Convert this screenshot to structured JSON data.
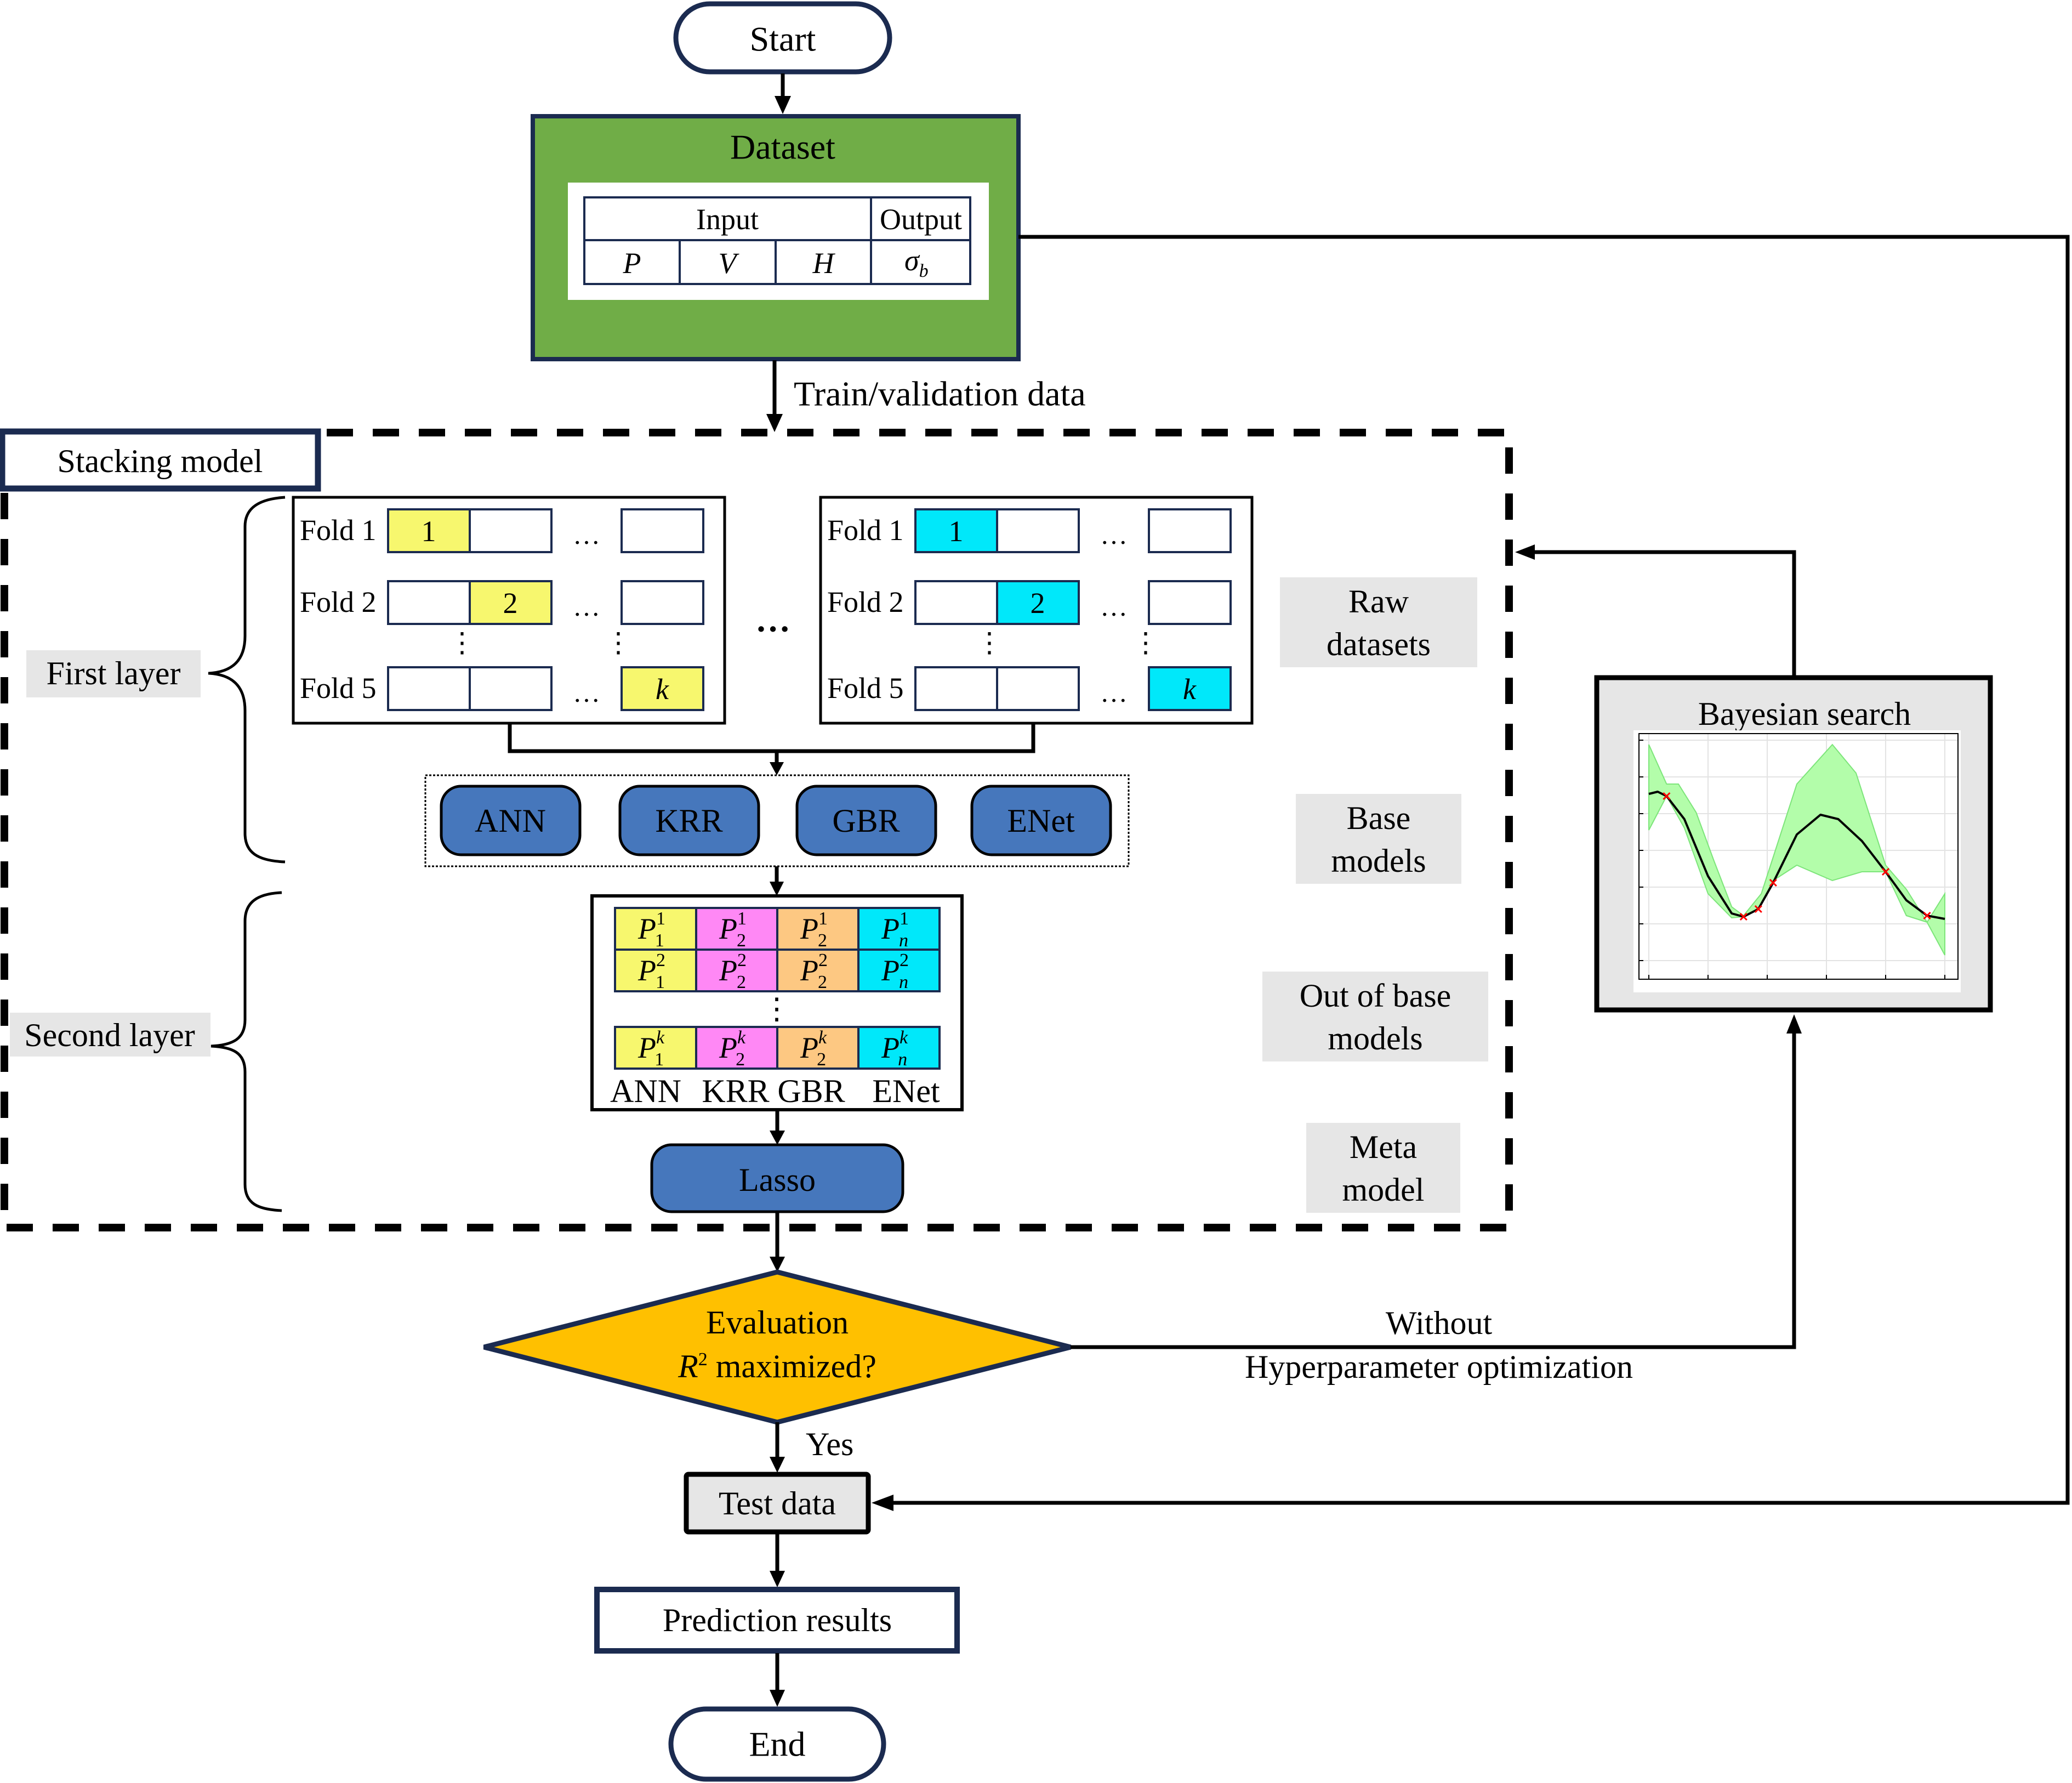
{
  "flow": {
    "start": "Start",
    "end": "End",
    "dataset": {
      "title": "Dataset",
      "table": {
        "input_header": "Input",
        "output_header": "Output",
        "input_vars": [
          "P",
          "V",
          "H"
        ],
        "output_var": "σ",
        "output_var_sub": "b"
      }
    },
    "train_validation_label": "Train/validation data",
    "stacking_model_label": "Stacking model",
    "first_layer_label": "First layer",
    "second_layer_label": "Second layer",
    "fold_groups": [
      {
        "highlight_color": "#f7f76e",
        "rows": [
          {
            "label": "Fold 1",
            "cells": [
              "1",
              "",
              "…",
              ""
            ],
            "highlight": 0
          },
          {
            "label": "Fold 2",
            "cells": [
              "",
              "2",
              "…",
              ""
            ],
            "highlight": 1
          },
          {
            "label": "Fold 5",
            "cells": [
              "",
              "",
              "…",
              "k"
            ],
            "highlight": 3
          }
        ]
      },
      {
        "highlight_color": "#00e8fa",
        "rows": [
          {
            "label": "Fold 1",
            "cells": [
              "1",
              "",
              "…",
              ""
            ],
            "highlight": 0
          },
          {
            "label": "Fold 2",
            "cells": [
              "",
              "2",
              "…",
              ""
            ],
            "highlight": 1
          },
          {
            "label": "Fold 5",
            "cells": [
              "",
              "",
              "…",
              "k"
            ],
            "highlight": 3
          }
        ]
      }
    ],
    "groups_ellipsis": "…",
    "vertical_ellipsis": "⋮",
    "base_models": [
      "ANN",
      "KRR",
      "GBR",
      "ENet"
    ],
    "out_of_base": {
      "columns": [
        "ANN",
        "KRR",
        "GBR",
        "ENet"
      ],
      "column_colors": [
        "#f7f76e",
        "#ff88f5",
        "#fdc882",
        "#00e8fa"
      ],
      "rows": [
        [
          {
            "base": "P",
            "sup": "1",
            "sub": "1"
          },
          {
            "base": "P",
            "sup": "1",
            "sub": "2"
          },
          {
            "base": "P",
            "sup": "1",
            "sub": "2"
          },
          {
            "base": "P",
            "sup": "1",
            "sub": "n"
          }
        ],
        [
          {
            "base": "P",
            "sup": "2",
            "sub": "1"
          },
          {
            "base": "P",
            "sup": "2",
            "sub": "2"
          },
          {
            "base": "P",
            "sup": "2",
            "sub": "2"
          },
          {
            "base": "P",
            "sup": "2",
            "sub": "n"
          }
        ],
        [
          {
            "base": "P",
            "sup": "k",
            "sub": "1"
          },
          {
            "base": "P",
            "sup": "k",
            "sub": "2"
          },
          {
            "base": "P",
            "sup": "k",
            "sub": "2"
          },
          {
            "base": "P",
            "sup": "k",
            "sub": "n"
          }
        ]
      ]
    },
    "meta_model": "Lasso",
    "side_labels": [
      [
        "Raw",
        "datasets"
      ],
      [
        "Base",
        "models"
      ],
      [
        "Out of base",
        "models"
      ],
      [
        "Meta",
        "model"
      ]
    ],
    "decision": {
      "line1": "Evaluation",
      "line2_var": "R",
      "line2_sup": "2",
      "line2_rest": " maximized?"
    },
    "no_branch_label_1": "Without",
    "no_branch_label_2": "Hyperparameter optimization",
    "yes_label": "Yes",
    "test_data": "Test data",
    "prediction_results": "Prediction results",
    "bayesian": {
      "title": "Bayesian search"
    }
  },
  "colors": {
    "dataset_fill": "#70ad47",
    "navy_border": "#1b2b50",
    "model_fill": "#4677bc",
    "decision_fill": "#ffc000",
    "label_bg": "#e6e6e6",
    "gp_band": "#b3fdaa",
    "gp_band_edge": "#7de57a",
    "sample_marker": "#ff0000"
  }
}
